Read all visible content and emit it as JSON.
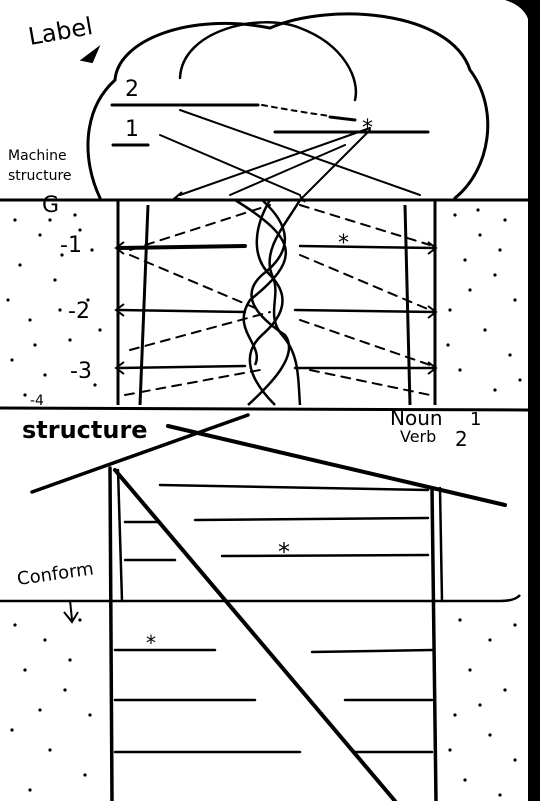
{
  "labels": {
    "label": "Label",
    "machine_structure_line1": "Machine",
    "machine_structure_line2": "structure",
    "g": "G",
    "level_2_top": "2",
    "level_1_top": "1",
    "depth_1": "-1",
    "depth_2": "-2",
    "depth_3": "-3",
    "depth_4": "-4",
    "structure": "structure",
    "noun": "Noun",
    "verb": "Verb",
    "noun_num": "1",
    "verb_num": "2",
    "conform": "Conform",
    "star": "*"
  },
  "colors": {
    "ink": "#000000",
    "paper": "#ffffff"
  },
  "page_corner": "dark-right-edge"
}
